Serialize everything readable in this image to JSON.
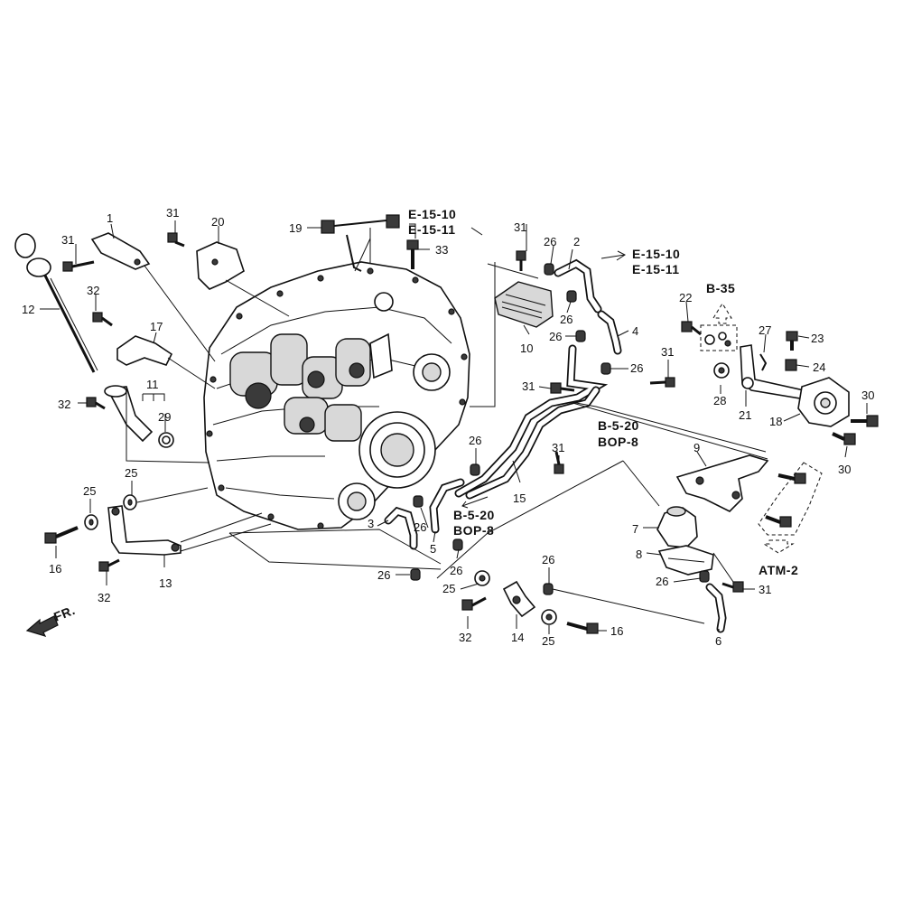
{
  "callouts": {
    "c1": "1",
    "c2": "2",
    "c3": "3",
    "c4": "4",
    "c5": "5",
    "c6": "6",
    "c7": "7",
    "c8": "8",
    "c9": "9",
    "c10": "10",
    "c11": "11",
    "c12": "12",
    "c13": "13",
    "c14": "14",
    "c15": "15",
    "c16a": "16",
    "c16b": "16",
    "c17": "17",
    "c18": "18",
    "c19": "19",
    "c20": "20",
    "c21": "21",
    "c22": "22",
    "c23": "23",
    "c24": "24",
    "c25a": "25",
    "c25b": "25",
    "c25c": "25",
    "c25d": "25",
    "c26a": "26",
    "c26b": "26",
    "c26c": "26",
    "c26d": "26",
    "c26e": "26",
    "c26f": "26",
    "c26g": "26",
    "c26h": "26",
    "c26i": "26",
    "c26j": "26",
    "c27": "27",
    "c28": "28",
    "c29": "29",
    "c30a": "30",
    "c30b": "30",
    "c31a": "31",
    "c31b": "31",
    "c31c": "31",
    "c31d": "31",
    "c31e": "31",
    "c31f": "31",
    "c31g": "31",
    "c32a": "32",
    "c32b": "32",
    "c32c": "32",
    "c32d": "32",
    "c33": "33"
  },
  "references": {
    "e1510_top": "E-15-10",
    "e1511_top": "E-15-11",
    "e1510_right": "E-15-10",
    "e1511_right": "E-15-11",
    "b35": "B-35",
    "b520_right": "B-5-20",
    "bop8_right": "BOP-8",
    "b520_center": "B-5-20",
    "bop8_center": "BOP-8",
    "atm2": "ATM-2"
  },
  "front_marker": "FR."
}
